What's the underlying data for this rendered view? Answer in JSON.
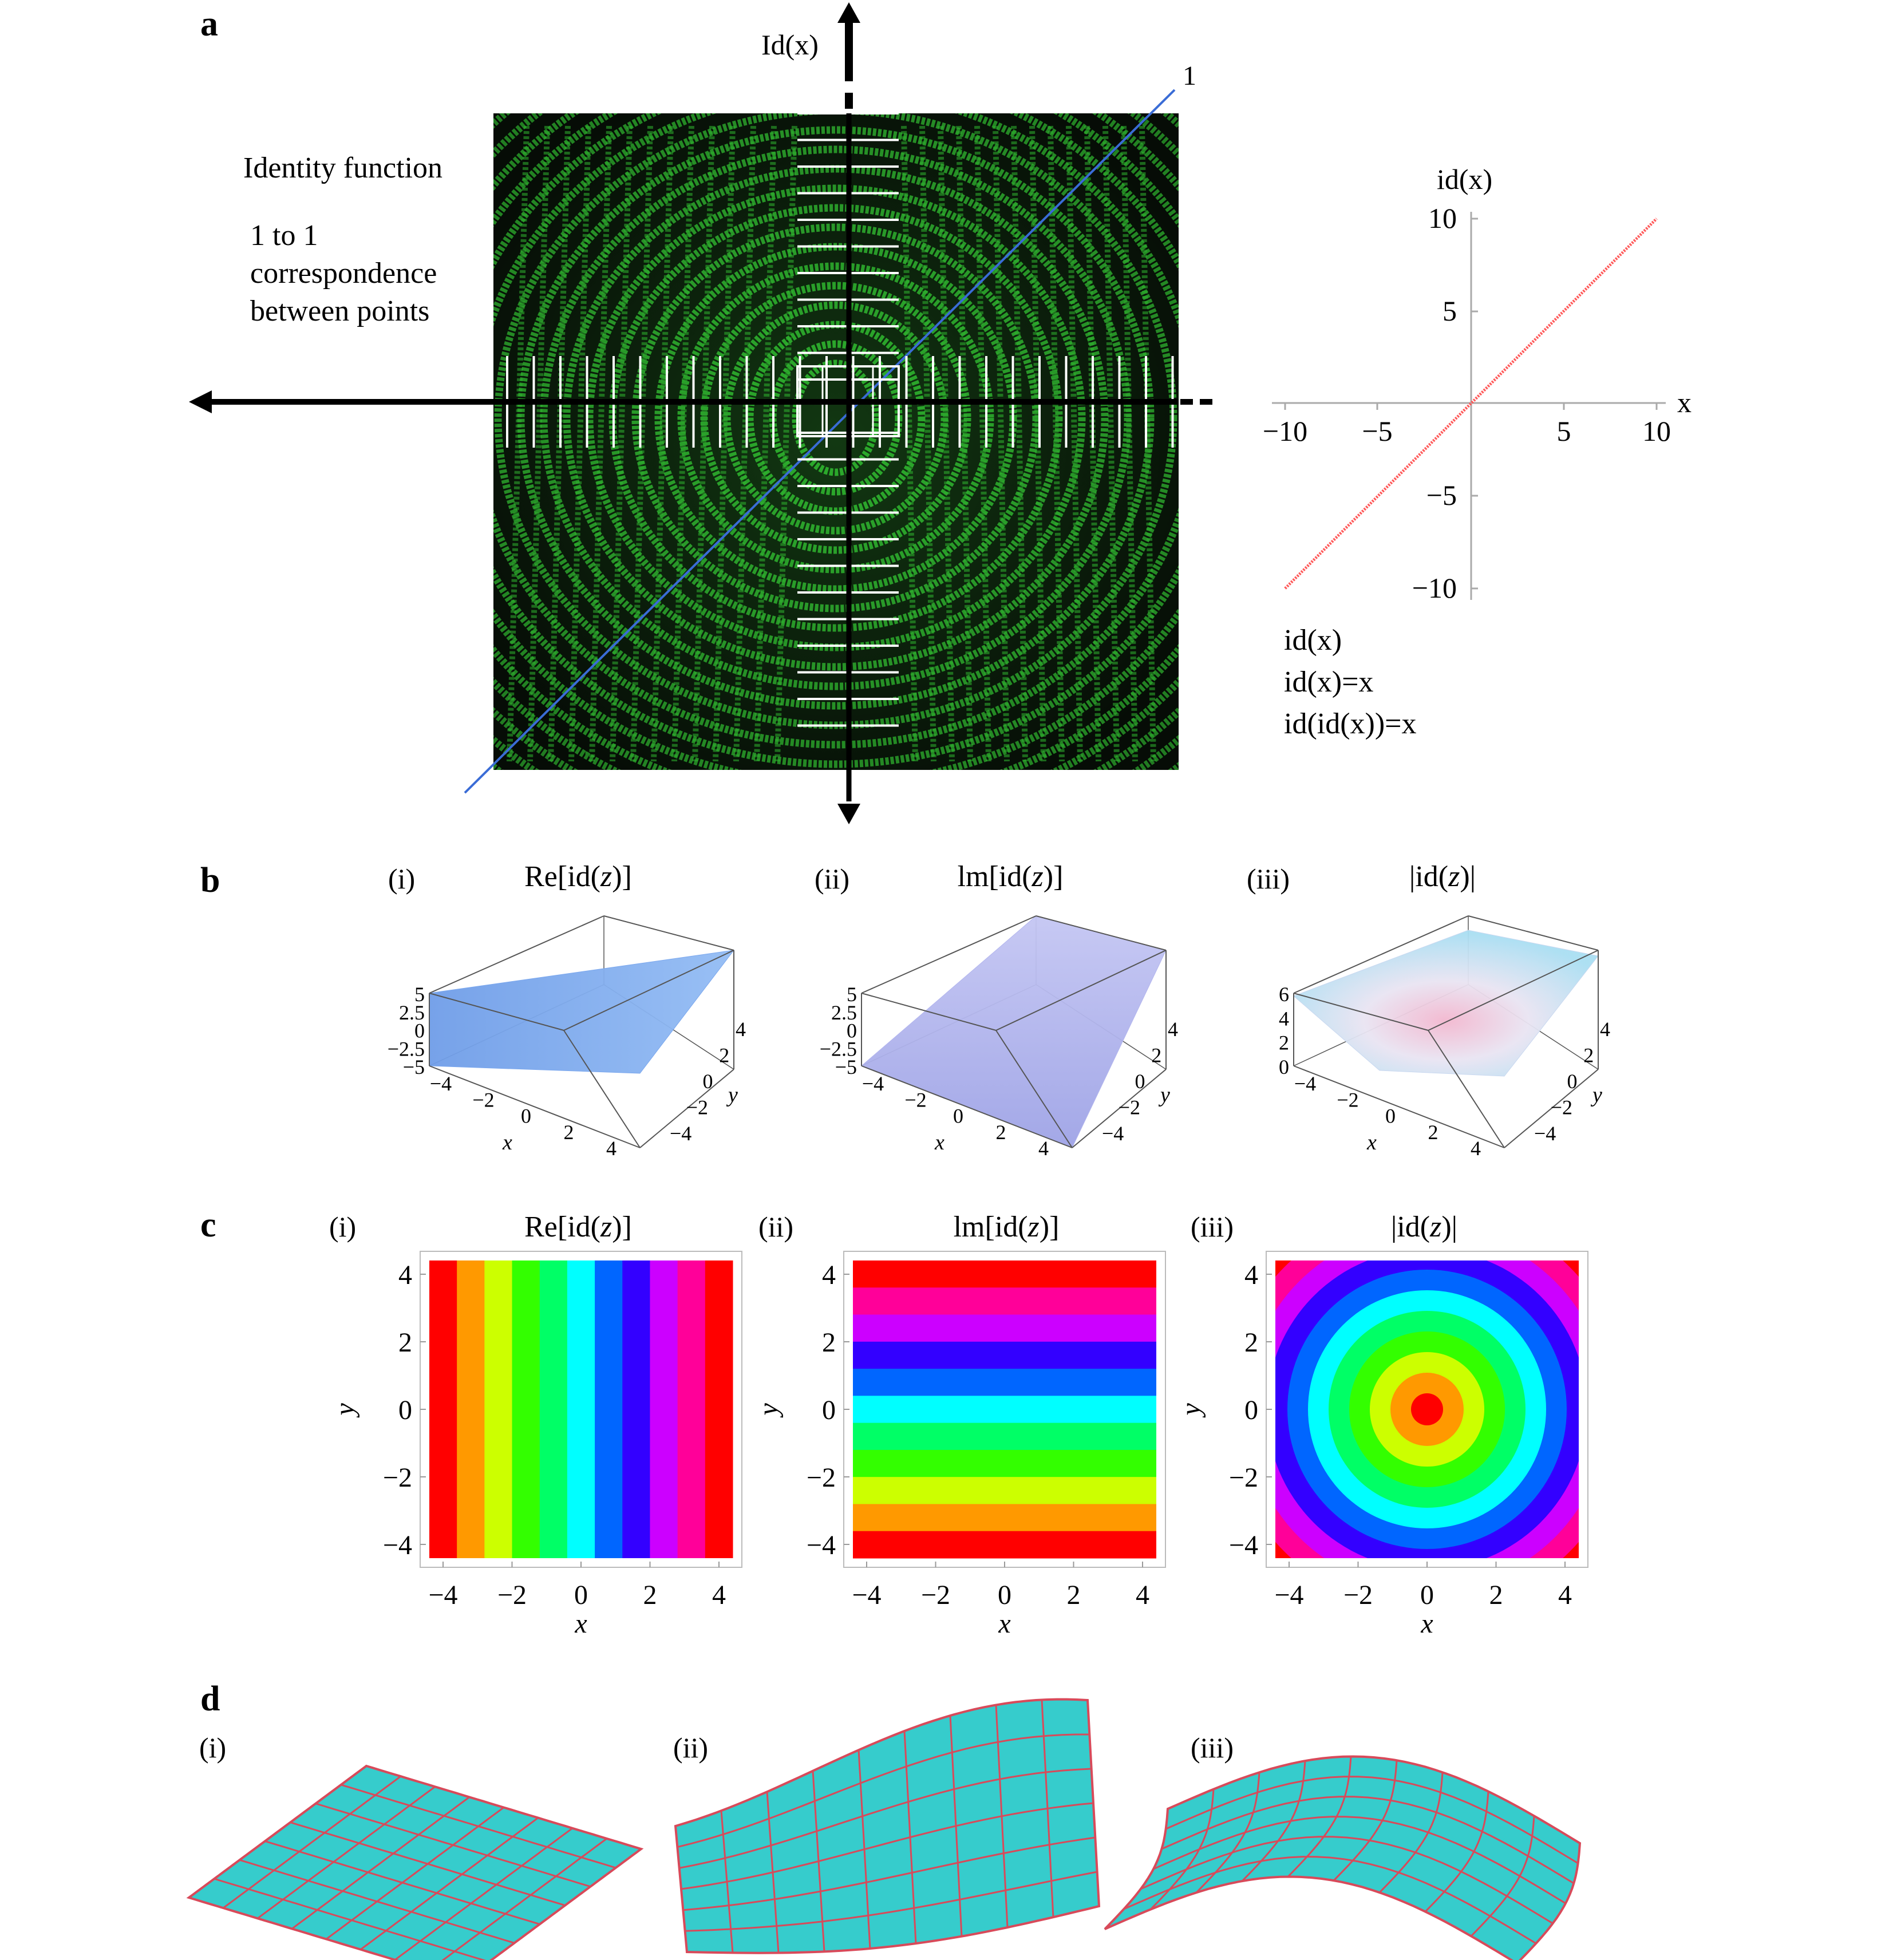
{
  "panel_letters": {
    "a": "a",
    "b": "b",
    "c": "c",
    "d": "d"
  },
  "sub_labels": [
    "(i)",
    "(ii)",
    "(iii)"
  ],
  "panel_a": {
    "id_axis_label": "Id(x)",
    "line_label": "1",
    "description_title": "Identity function",
    "description_lines": [
      "1 to 1",
      "correspondence",
      "between points"
    ],
    "colors": {
      "fringe": "#2fb52f",
      "background": "#0b150b",
      "diagonal": "#3a6cd6",
      "ticks": "#ffffff"
    },
    "mini_plot": {
      "ylabel": "id(x)",
      "xlabel": "x",
      "xticks": [
        "−10",
        "−5",
        "5",
        "10"
      ],
      "yticks": [
        "10",
        "5",
        "−5",
        "−10"
      ],
      "line_color": "#ff5a5a",
      "formulas": [
        "id(x)",
        "id(x)=x",
        "id(id(x))=x"
      ]
    }
  },
  "panel_b": {
    "plots": [
      {
        "title_prefix": "Re[id(",
        "title_var": "z",
        "title_suffix": ")]",
        "zticks": [
          "5",
          "2.5",
          "0",
          "−2.5",
          "−5"
        ],
        "xticks": [
          "−4",
          "−2",
          "0",
          "2",
          "4"
        ],
        "yticks": [
          "4",
          "2",
          "0",
          "−2",
          "−4"
        ],
        "xlabel": "x",
        "ylabel": "y",
        "surface_color": "#7aa7ee"
      },
      {
        "title_prefix": "lm[id(",
        "title_var": "z",
        "title_suffix": ")]",
        "zticks": [
          "5",
          "2.5",
          "0",
          "−2.5",
          "−5"
        ],
        "xticks": [
          "−4",
          "−2",
          "0",
          "2",
          "4"
        ],
        "yticks": [
          "4",
          "2",
          "0",
          "−2",
          "−4"
        ],
        "xlabel": "x",
        "ylabel": "y",
        "surface_color": "#b3b6ee"
      },
      {
        "title_prefix": "|id(",
        "title_var": "z",
        "title_suffix": ")|",
        "zticks": [
          "6",
          "4",
          "2",
          "0"
        ],
        "xticks": [
          "−4",
          "−2",
          "0",
          "2",
          "4"
        ],
        "yticks": [
          "4",
          "2",
          "0",
          "−2",
          "−4"
        ],
        "xlabel": "x",
        "ylabel": "y",
        "surface_color": "#c9d8f0"
      }
    ]
  },
  "panel_c": {
    "plots": [
      {
        "title_prefix": "Re[id(",
        "title_var": "z",
        "title_suffix": ")]",
        "pattern": "vertical",
        "colors": [
          "#ff0000",
          "#ff9900",
          "#ccff00",
          "#33ff00",
          "#00ff66",
          "#00ffff",
          "#0066ff",
          "#3300ff",
          "#cc00ff",
          "#ff0099",
          "#ff0000"
        ],
        "xticks": [
          "−4",
          "−2",
          "0",
          "2",
          "4"
        ],
        "yticks": [
          "4",
          "2",
          "0",
          "−2",
          "−4"
        ],
        "xlabel": "x",
        "ylabel": "y"
      },
      {
        "title_prefix": "lm[id(",
        "title_var": "z",
        "title_suffix": ")]",
        "pattern": "horizontal",
        "colors": [
          "#ff0000",
          "#ff0099",
          "#cc00ff",
          "#3300ff",
          "#0066ff",
          "#00ffff",
          "#00ff66",
          "#33ff00",
          "#ccff00",
          "#ff9900",
          "#ff0000"
        ],
        "xticks": [
          "−4",
          "−2",
          "0",
          "2",
          "4"
        ],
        "yticks": [
          "4",
          "2",
          "0",
          "−2",
          "−4"
        ],
        "xlabel": "x",
        "ylabel": "y"
      },
      {
        "title_prefix": "|id(",
        "title_var": "z",
        "title_suffix": ")|",
        "pattern": "radial",
        "colors": [
          "#ff0000",
          "#ff9900",
          "#ccff00",
          "#33ff00",
          "#00ff66",
          "#00ffff",
          "#0066ff",
          "#3300ff",
          "#cc00ff",
          "#ff0099",
          "#ff0000"
        ],
        "xticks": [
          "−4",
          "−2",
          "0",
          "2",
          "4"
        ],
        "yticks": [
          "4",
          "2",
          "0",
          "−2",
          "−4"
        ],
        "xlabel": "x",
        "ylabel": "y"
      }
    ]
  },
  "panel_d": {
    "surface_color": "#36cccc",
    "grid_color": "#d84a5a",
    "shapes": [
      "plane",
      "saddle",
      "dome"
    ]
  }
}
